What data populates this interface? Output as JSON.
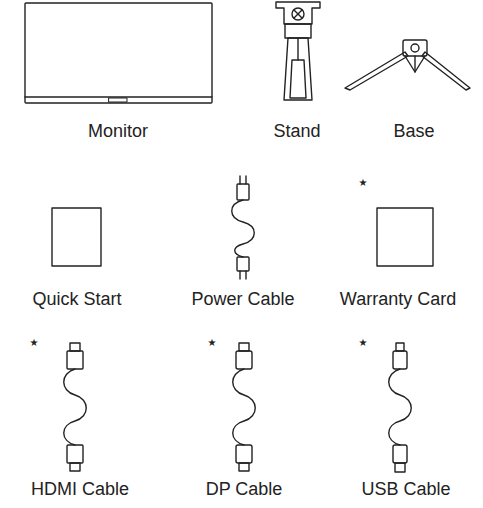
{
  "diagram": {
    "labels": [
      "Monitor",
      "Stand",
      "Base",
      "★",
      "Quick Start",
      "Power Cable",
      "Warranty Card",
      "★",
      "★",
      "★",
      "HDMI Cable",
      "DP Cable",
      "USB Cable"
    ]
  }
}
